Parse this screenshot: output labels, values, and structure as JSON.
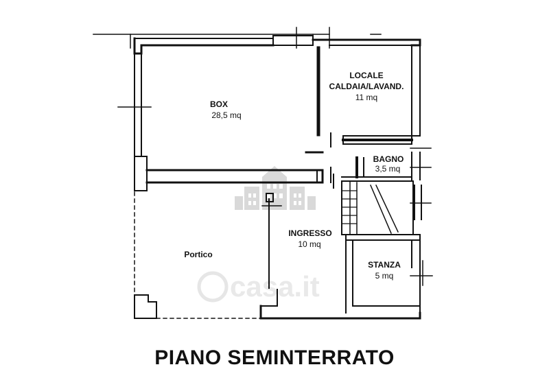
{
  "plan": {
    "title": "PIANO SEMINTERRATO",
    "rooms": {
      "box": {
        "name": "BOX",
        "area": "28,5 mq"
      },
      "locale": {
        "name_line1": "LOCALE",
        "name_line2": "CALDAIA/LAVAND.",
        "area": "11 mq"
      },
      "bagno": {
        "name": "BAGNO",
        "area": "3,5 mq"
      },
      "ingresso": {
        "name": "INGRESSO",
        "area": "10 mq"
      },
      "stanza": {
        "name": "STANZA",
        "area": "5 mq"
      },
      "portico": {
        "name": "Portico"
      }
    },
    "watermark": "casa.it"
  }
}
